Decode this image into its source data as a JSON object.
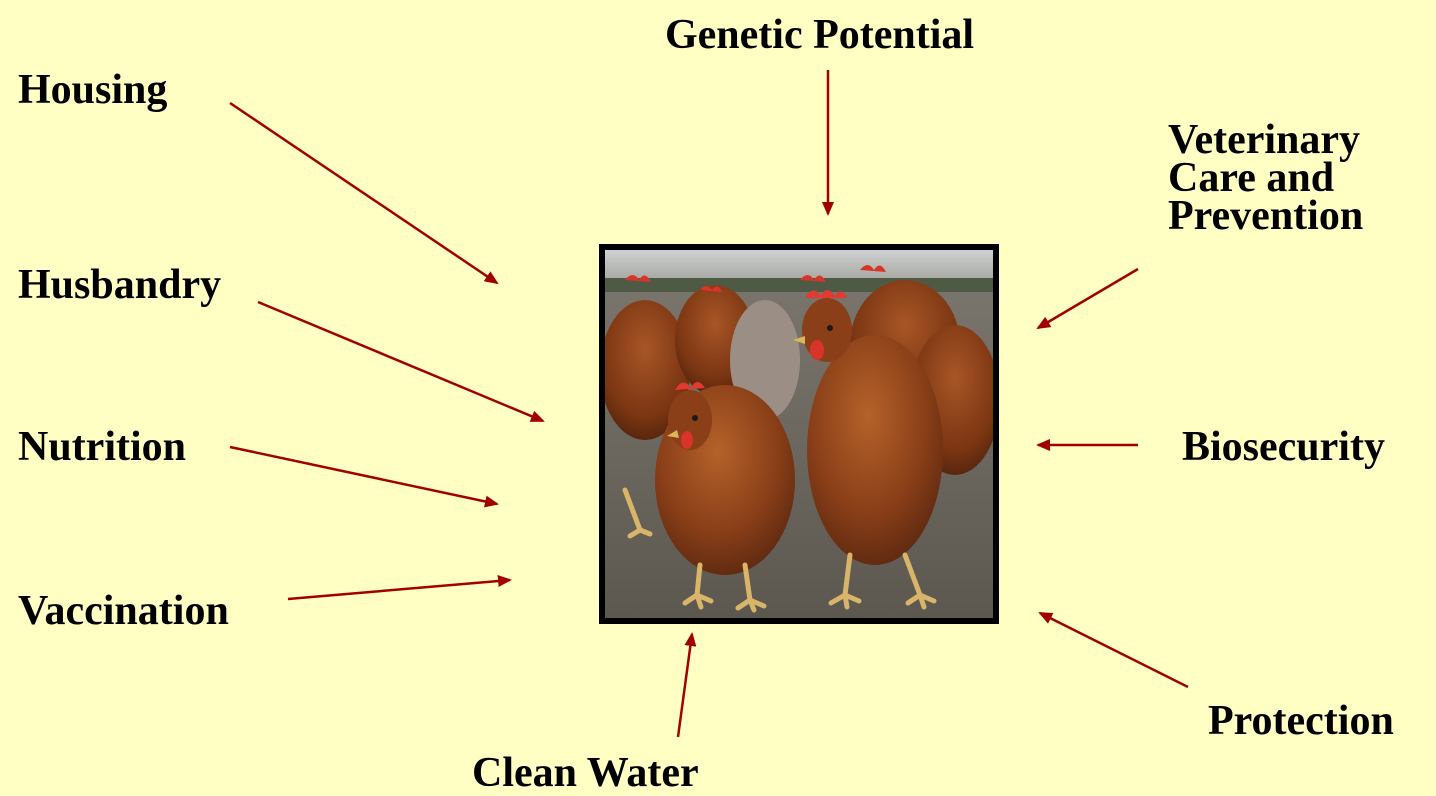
{
  "labels": {
    "genetic_potential": "Genetic Potential",
    "housing": "Housing",
    "husbandry": "Husbandry",
    "nutrition": "Nutrition",
    "vaccination": "Vaccination",
    "veterinary": [
      "Veterinary",
      "Care and",
      "Prevention"
    ],
    "biosecurity": "Biosecurity",
    "protection": "Protection",
    "clean_water": "Clean Water"
  },
  "center_image": {
    "subject": "flock of brown hens"
  },
  "colors": {
    "background": "#FFFFC4",
    "arrow": "#A00000",
    "text": "#000000",
    "frame": "#000000"
  }
}
